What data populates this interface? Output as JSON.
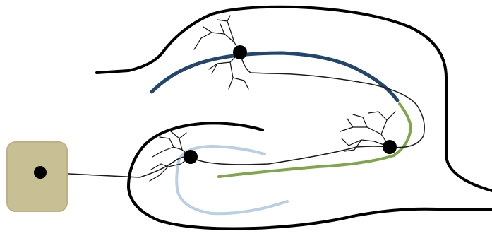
{
  "colors": {
    "background": "#ffffff",
    "outline": "#000000",
    "neuron": "#000000",
    "axon": "#1a1a1a",
    "dendrite": "#111111",
    "layer_top": "#22466e",
    "layer_inner": "#b9cfe3",
    "layer_green": "#7fa64a",
    "source_box_fill": "#c9bf94",
    "source_box_stroke": "#bdb283"
  },
  "diagram": {
    "neurons": [
      {
        "name": "neuron-upper"
      },
      {
        "name": "neuron-middle"
      },
      {
        "name": "neuron-right"
      },
      {
        "name": "neuron-source"
      }
    ],
    "pathways": [
      {
        "name": "source-to-middle"
      },
      {
        "name": "middle-to-right"
      },
      {
        "name": "right-to-upper"
      }
    ]
  }
}
